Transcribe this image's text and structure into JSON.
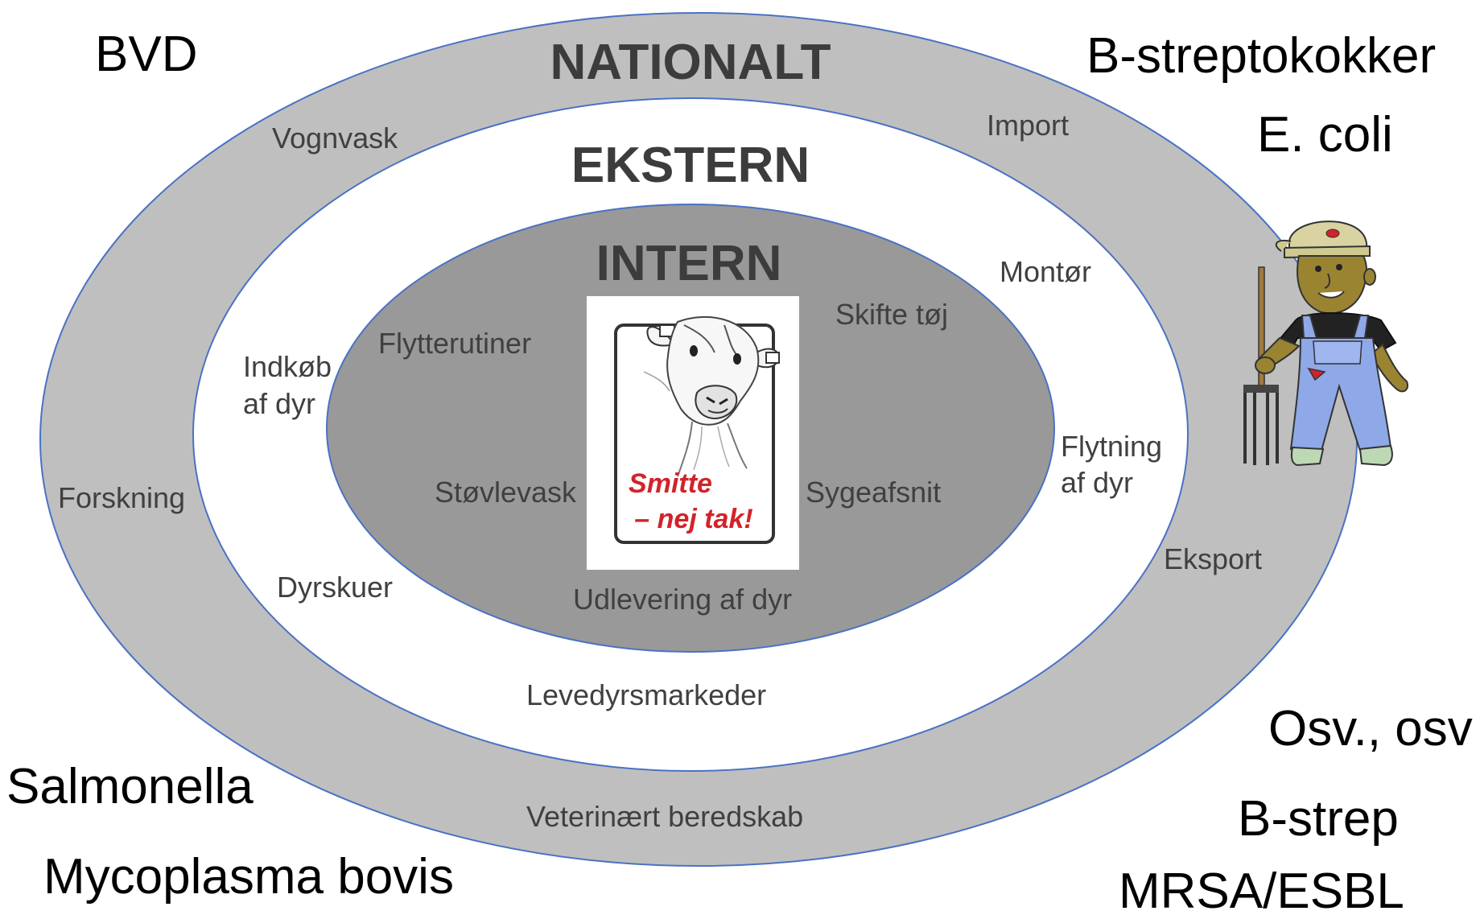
{
  "zones": {
    "national": "NATIONALT",
    "external": "EKSTERN",
    "internal": "INTERN"
  },
  "national_items": {
    "vognvask": "Vognvask",
    "import": "Import",
    "forskning": "Forskning",
    "eksport": "Eksport",
    "veterinaert": "Veterinært beredskab"
  },
  "external_items": {
    "montor": "Montør",
    "indkob_1": "Indkøb",
    "indkob_2": "af dyr",
    "flytning_1": "Flytning",
    "flytning_2": "af dyr",
    "dyrskuer": "Dyrskuer",
    "levedyr": "Levedyrsmarkeder"
  },
  "internal_items": {
    "flytterutiner": "Flytterutiner",
    "skifte": "Skifte tøj",
    "stovlevask": "Støvlevask",
    "sygeafsnit": "Sygeafsnit",
    "udlevering": "Udlevering af dyr"
  },
  "sign": {
    "line1": "Smitte",
    "line2": "– nej tak!"
  },
  "pathogens": {
    "bvd": "BVD",
    "bstrepto": "B-streptokokker",
    "ecoli": "E. coli",
    "osv": "Osv., osv",
    "salmonella": "Salmonella",
    "bstrep": "B-strep",
    "mycoplasma": "Mycoplasma bovis",
    "mrsa": "MRSA/ESBL"
  },
  "colors": {
    "outer_ring": "#bfbfbf",
    "middle_ring": "#ffffff",
    "inner_ring": "#999999",
    "ring_stroke": "#4a72c4",
    "sign_red": "#d2232a",
    "overalls": "#8fa8e8"
  },
  "icons": [
    "cow-sign-icon",
    "farmer-icon",
    "pitchfork-icon"
  ]
}
